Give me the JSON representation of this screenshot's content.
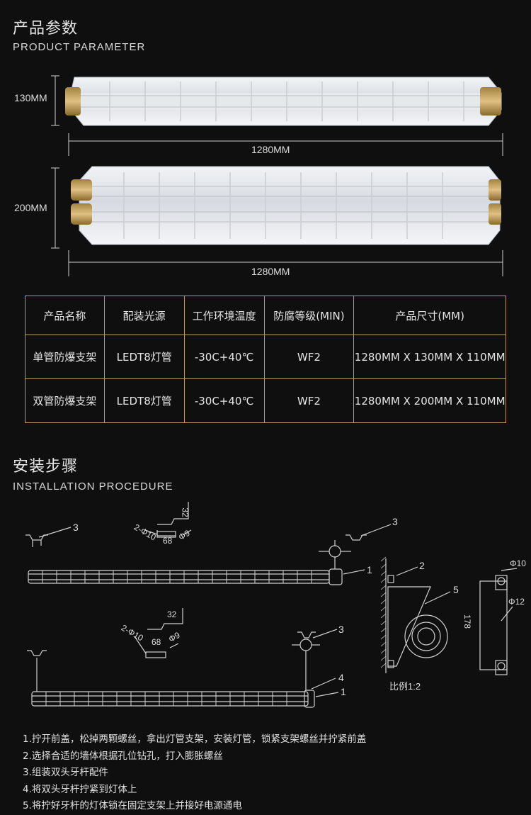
{
  "product_parameter": {
    "title": "产品参数",
    "subtitle": "PRODUCT PARAMETER",
    "single": {
      "height": "130MM",
      "length": "1280MM"
    },
    "double": {
      "height": "200MM",
      "length": "1280MM"
    }
  },
  "table": {
    "headers": [
      "产品名称",
      "配装光源",
      "工作环境温度",
      "防腐等级(MIN)",
      "产品尺寸(MM)"
    ],
    "rows": [
      [
        "单管防爆支架",
        "LEDT8灯管",
        "-30C+40℃",
        "WF2",
        "1280MM X 130MM X 110MM"
      ],
      [
        "双管防爆支架",
        "LEDT8灯管",
        "-30C+40℃",
        "WF2",
        "1280MM X 200MM X 110MM"
      ]
    ]
  },
  "installation": {
    "title": "安装步骤",
    "subtitle": "INSTALLATION PROCEDURE",
    "labels": {
      "n1a": "1",
      "n1b": "1",
      "n2": "2",
      "n3a": "3",
      "n3b": "3",
      "n3c": "3",
      "n4": "4",
      "n5": "5",
      "d32a": "32",
      "d32b": "32",
      "hole_a": "2-Φ10",
      "hole_b": "2-Φ10",
      "d68a": "68",
      "d68b": "68",
      "phi9a": "Φ9",
      "phi9b": "Φ9",
      "phi10": "Φ10",
      "phi12": "Φ12",
      "d178": "178",
      "scale": "比例1:2"
    },
    "steps": [
      "1.拧开前盖，松掉两颗螺丝，拿出灯管支架，安装灯管，锁紧支架螺丝并拧紧前盖",
      "2.选择合适的墙体根据孔位钻孔，打入膨胀螺丝",
      "3.组装双头牙杆配件",
      "4.将双头牙杆拧紧到灯体上",
      "5.将拧好牙杆的灯体锁在固定支架上并接好电源通电"
    ]
  }
}
